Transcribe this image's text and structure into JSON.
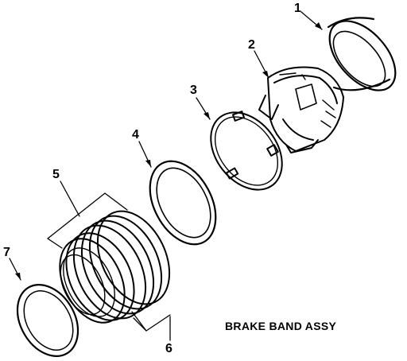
{
  "diagram": {
    "caption": "BRAKE BAND ASSY",
    "callouts": [
      "1",
      "2",
      "3",
      "4",
      "5",
      "6",
      "7"
    ]
  }
}
